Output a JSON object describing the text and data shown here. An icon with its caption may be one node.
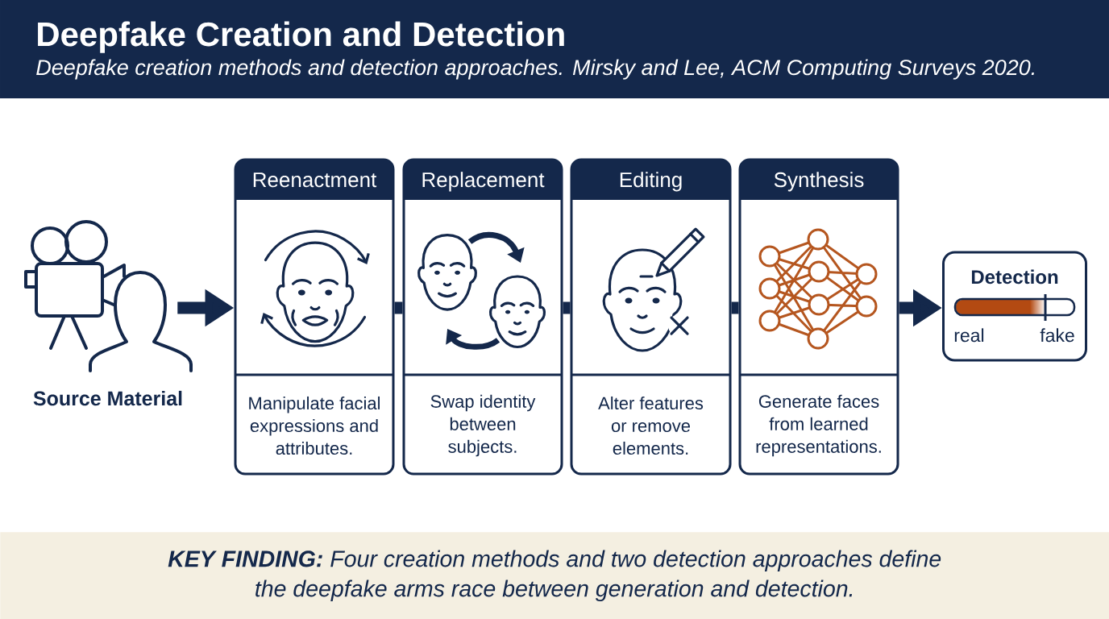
{
  "diagram": {
    "title": "Deepfake Creation and Detection",
    "nodes": [
      {
        "text": [
          "Source Material"
        ]
      },
      {
        "text": [
          "Reenactment",
          "Manipulate facial expressions and attributes."
        ]
      },
      {
        "text": [
          "Replacement",
          "Swap identity between subjects."
        ]
      },
      {
        "text": [
          "Editing",
          "Alter features or remove elements."
        ]
      },
      {
        "text": [
          "Synthesis",
          "Generate faces from learned representations."
        ]
      },
      {
        "text": [
          "Detection",
          "real",
          "fake"
        ]
      },
      {
        "text": [
          "**KEY FINDING:** Four creation methods and two detection approaches define the deepfake arms race between generation and detection."
        ]
      }
    ],
    "edges": [
      {
        "from": 0,
        "to": 1,
        "arrow": "to"
      },
      {
        "from": 1,
        "to": 2,
        "arrow": "none"
      },
      {
        "from": 2,
        "to": 3,
        "arrow": "none"
      },
      {
        "from": 3,
        "to": 4,
        "arrow": "none"
      },
      {
        "from": 4,
        "to": 5,
        "arrow": "to"
      }
    ],
    "labels": [
      "Deepfake creation methods and detection approaches. Mirsky and Lee, ACM Computing Surveys 2020."
    ]
  }
}
